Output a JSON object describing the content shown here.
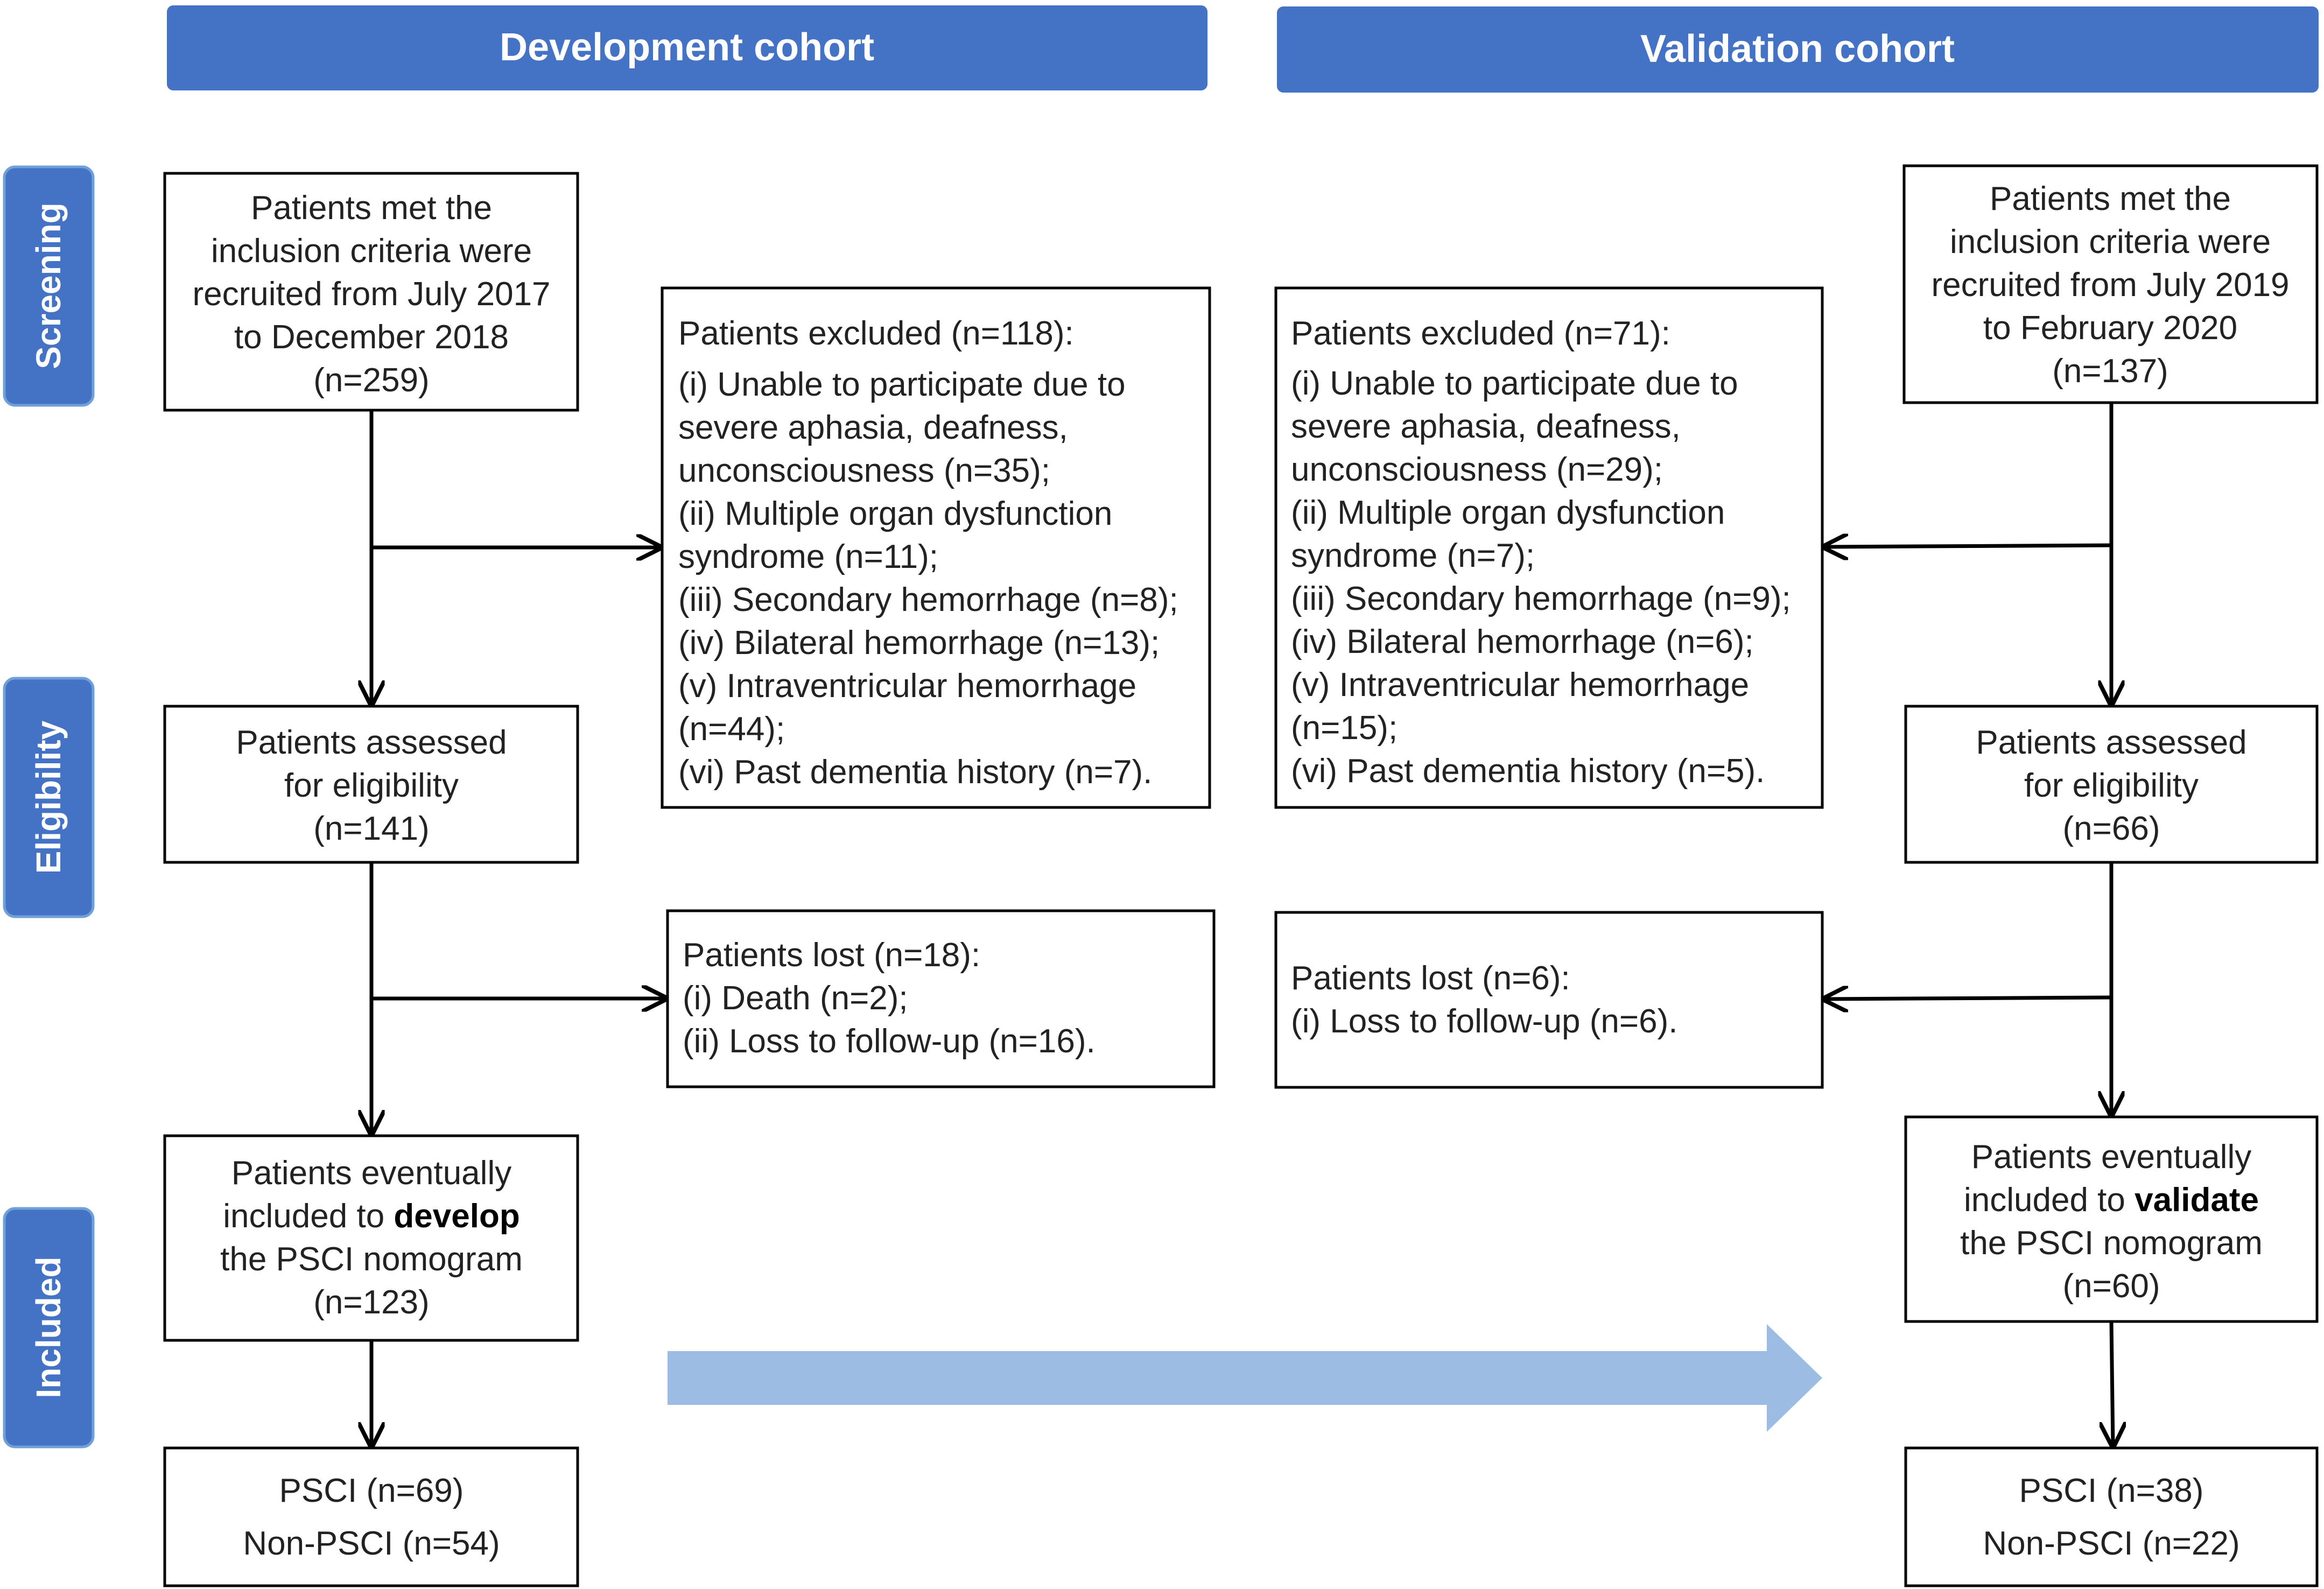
{
  "colors": {
    "header_fill": "#4472C4",
    "phase_fill": "#4472C4",
    "flow_arrow_fill": "#9DBCE3",
    "line": "#000000"
  },
  "headers": {
    "development": "Development cohort",
    "validation": "Validation cohort"
  },
  "phases": {
    "screening": "Screening",
    "eligibility": "Eligibility",
    "included": "Included"
  },
  "development": {
    "recruited": [
      "Patients met the",
      "inclusion criteria were",
      "recruited from July 2017",
      "to December 2018",
      "(n=259)"
    ],
    "excluded": [
      "Patients excluded (n=118):",
      "(i) Unable to participate due to",
      "severe aphasia, deafness,",
      "unconsciousness  (n=35);",
      "(ii) Multiple organ dysfunction",
      "syndrome (n=11);",
      "(iii) Secondary hemorrhage (n=8);",
      "(iv) Bilateral hemorrhage (n=13);",
      "(v) Intraventricular hemorrhage",
      "(n=44);",
      "(vi) Past dementia history (n=7)."
    ],
    "assessed": [
      "Patients assessed",
      "for eligibility",
      "(n=141)"
    ],
    "lost": [
      "Patients lost (n=18):",
      "(i) Death (n=2);",
      "(ii) Loss to follow-up (n=16)."
    ],
    "included": {
      "line1": "Patients eventually",
      "line2_pre": "included to ",
      "line2_bold": "develop",
      "line3": "the PSCI nomogram",
      "line4": "(n=123)"
    },
    "outcome": [
      "PSCI (n=69)",
      "Non-PSCI (n=54)"
    ]
  },
  "validation": {
    "recruited": [
      "Patients met the",
      "inclusion criteria were",
      "recruited from July 2019",
      "to February 2020",
      "(n=137)"
    ],
    "excluded": [
      "Patients excluded (n=71):",
      "(i) Unable to participate due to",
      "severe aphasia, deafness,",
      "unconsciousness  (n=29);",
      "(ii) Multiple organ dysfunction",
      "syndrome (n=7);",
      "(iii) Secondary hemorrhage (n=9);",
      "(iv) Bilateral hemorrhage (n=6);",
      "(v) Intraventricular hemorrhage",
      "(n=15);",
      "(vi) Past dementia history (n=5)."
    ],
    "assessed": [
      "Patients assessed",
      "for eligibility",
      "(n=66)"
    ],
    "lost": [
      "Patients lost (n=6):",
      "(i) Loss to follow-up (n=6)."
    ],
    "included": {
      "line1": "Patients eventually",
      "line2_pre": "included to ",
      "line2_bold": "validate",
      "line3": "the PSCI nomogram",
      "line4": "(n=60)"
    },
    "outcome": [
      "PSCI (n=38)",
      "Non-PSCI (n=22)"
    ]
  }
}
